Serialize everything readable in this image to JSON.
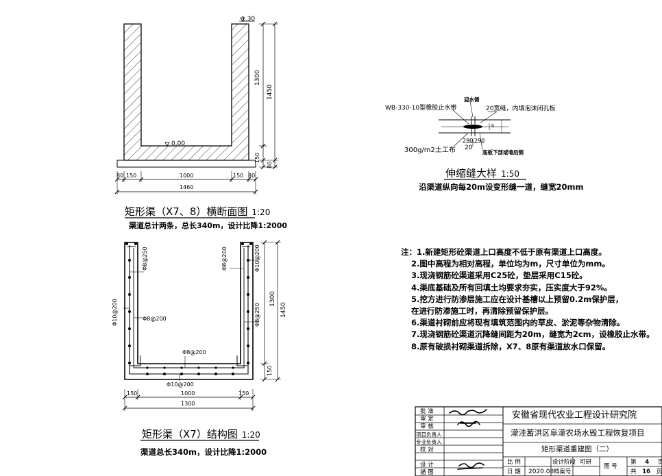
{
  "cross_section": {
    "title": "矩形渠（X7、8）横断面图",
    "scale": "1:20",
    "subtitle": "渠道总计两条，总长340m，设计比降1:2000",
    "top_level": "1.30",
    "bottom_level": "0.00",
    "dim_height_inner": "1300",
    "dim_height_total": "1450",
    "dim_base": "150",
    "dim_pad_right": "80",
    "dim_pad_left": "80",
    "dim_wall": "150",
    "dim_inner_width": "1000",
    "dim_total_width": "1460"
  },
  "joint_detail": {
    "title": "伸缩缝大样",
    "scale": "1:50",
    "subtitle": "沿渠道纵向每20m设变形缝一道，缝宽20mm",
    "label_waterstop": "WB-330-10型橡胶止水带",
    "label_water_side": "迎水侧",
    "label_foam": "20宽缝，内填泡沫闭孔板",
    "label_geotextile": "300g/m2土工布",
    "label_bottom": "底板下部或墙后侧",
    "dim_290a": "290",
    "dim_290b": "290",
    "dim_20": "20",
    "mark_h": "h"
  },
  "structure": {
    "title": "矩形渠（X7）结构图",
    "scale": "1:20",
    "subtitle": "渠道总长340m，设计比降1:2000",
    "rebar_a": "Φ8@250",
    "rebar_b": "Φ8@200",
    "rebar_c": "Φ10@200",
    "rebar_d": "Φ10@200",
    "rebar_e": "Φ8@200",
    "rebar_f": "Φ8@250",
    "rebar_g": "Φ8@200",
    "rebar_h": "Φ10@200",
    "dim_height_inner": "1300",
    "dim_height_total": "1450",
    "dim_base": "150",
    "dim_wall": "150",
    "dim_inner_width": "1000",
    "dim_total_width": "1300"
  },
  "notes": {
    "prefix": "注：",
    "items": [
      "1.新建矩形砼渠道上口高度不低于原有渠道上口高度。",
      "2.图中高程为相对高程，单位均为m，尺寸单位为mm。",
      "3.现浇钢筋砼渠道采用C25砼，垫层采用C15砼。",
      "4.渠底基础及所有回填土均要求夯实，压实度大于92%。",
      "5.挖方进行防渗层施工应在设计基槽以上预留0.2m保护层，",
      "在进行防渗施工时，再清除预留保护层。",
      "6.渠道衬砌前应将现有填筑范围内的草皮、淤泥等杂物清除。",
      "7.现浇钢筋砼渠道沉降缝间距为20m，缝宽为2cm，设橡胶止水带。",
      "8.原有破损衬砌渠道拆除，X7、8原有渠道放水口保留。"
    ]
  },
  "title_block": {
    "role_approve": "批  准",
    "role_review": "审  定",
    "role_check": "审  核",
    "role_project_lead": "项目负责人",
    "role_discipline_lead": "专业负责人",
    "role_proof": "校  对",
    "role_design": "设  计",
    "role_draw": "描  图",
    "company": "安徽省现代农业工程设计研究院",
    "project": "濛洼蓄洪区阜濛农场水毁工程恢复项目",
    "drawing_name": "矩形渠道重建图（二）",
    "scale_label": "比 例",
    "scale_value": "",
    "stage_label": "设计阶段",
    "stage_value": "可研",
    "date_label": "日 期",
    "date_value": "2020.08",
    "archive_label": "档案号",
    "drawing_no_label": "图  号",
    "sheet_label": "第",
    "sheet_value": "4",
    "sheet_unit": "页",
    "total_label": "共",
    "total_value": "16",
    "total_unit": "页"
  }
}
